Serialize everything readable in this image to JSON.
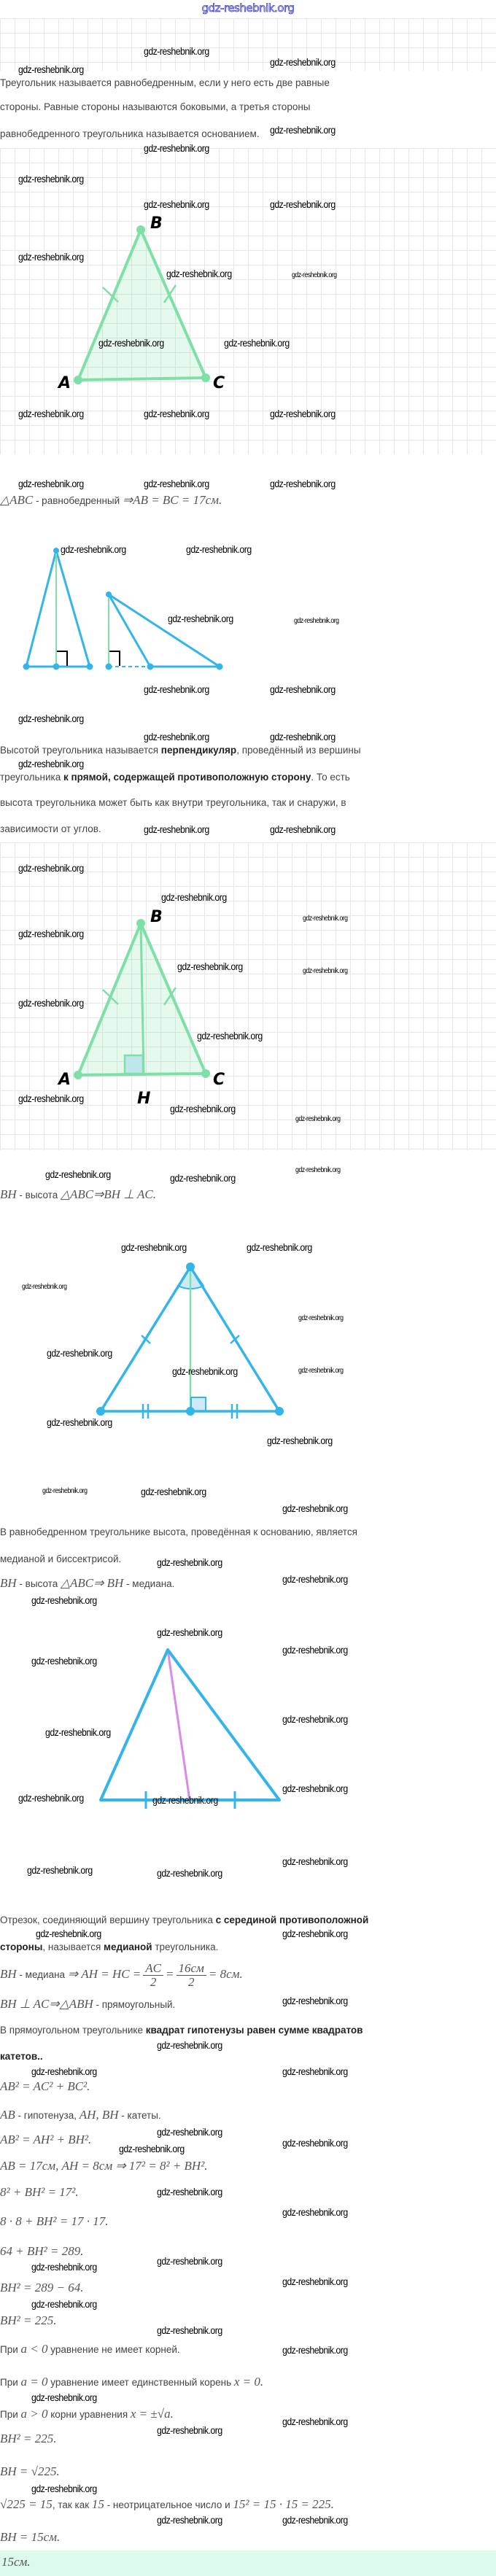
{
  "site_logo": "gdz-reshebnik.org",
  "watermark": "gdz-reshebnik.org",
  "section1": {
    "line1": "Треугольник называется равнобедренным, если у него есть две равные",
    "line2": "стороны. Равные стороны называются боковыми, а третья стороны",
    "line3": "равнобедренного треугольника называется основанием."
  },
  "fig1": {
    "A": "A",
    "B": "B",
    "C": "C"
  },
  "eq1": {
    "math1": "△ABC",
    "text": " - равнобедренный ",
    "math2": "⇒AB = BC = 17см."
  },
  "section2": {
    "l1a": "Высотой треугольника называется ",
    "l1b": "перпендикуляр",
    "l1c": ", проведённый из вершины",
    "l2a": "треугольника ",
    "l2b": "к прямой, содержащей противоположную сторону",
    "l2c": ". То есть",
    "l3": "высота треугольника может быть как внутри треугольника, так и снаружи, в",
    "l4": "зависимости от углов."
  },
  "fig3": {
    "A": "A",
    "B": "B",
    "C": "C",
    "H": "H"
  },
  "eq2": {
    "m1": "BH",
    "t1": " - высота ",
    "m2": "△ABC⇒BH ⊥ AC."
  },
  "section3": {
    "l1": "В равнобедренном треугольнике высота, проведённая к основанию, является",
    "l2": "медианой и биссектрисой.",
    "m1": "BH",
    "t1": " - высота ",
    "m2": "△ABC⇒ BH",
    "t2": " - медиана."
  },
  "section4": {
    "l1a": "Отрезок, соединяющий вершину треугольника ",
    "l1b": "с серединой противоположной",
    "l2a": "стороны",
    "l2b": ", называется ",
    "l2c": "медианой",
    "l2d": " треугольника.",
    "f_m1": "BH",
    "f_t1": " - медиана ",
    "f_m2": "⇒ AH = HC =",
    "f_num1": "AC",
    "f_den1": "2",
    "f_eq": "=",
    "f_num2": "16см",
    "f_den2": "2",
    "f_res": "= 8см.",
    "p_m1": "BH ⊥ AC⇒△ABH",
    "p_t1": " - прямоугольный.",
    "l3a": "В прямоугольном треугольнике ",
    "l3b": "квадрат гипотенузы равен сумме квадратов",
    "l4": "катетов.."
  },
  "solution": {
    "s1": "AB² = AC² + BC².",
    "s2_m1": "AB",
    "s2_t1": " - гипотенуза, ",
    "s2_m2": "AH,  BH",
    "s2_t2": " - катеты.",
    "s3": "AB² = AH² + BH².",
    "s4": "AB = 17см,  AH = 8см  ⇒ 17² = 8² + BH².",
    "s5": "8² + BH² = 17².",
    "s6": "8 · 8 + BH² = 17 · 17.",
    "s7": "64 + BH² = 289.",
    "s8": "BH² = 289 − 64.",
    "s9": "BH² = 225.",
    "r1_t": "При ",
    "r1_m": "a  <  0",
    "r1_t2": " уравнение не имеет корней.",
    "r2_t": "При ",
    "r2_m": "a = 0",
    "r2_t2": " уравнение имеет единственный корень ",
    "r2_m2": "x = 0.",
    "r3_t": "При ",
    "r3_m": "a  >  0",
    "r3_t2": " корни уравнения ",
    "r3_m2": "x = ±√a.",
    "s10": "BH² = 225.",
    "s11": "BH = √225.",
    "s12_m1": "√225 = 15",
    "s12_t1": ", так как ",
    "s12_m2": "15",
    "s12_t2": " - неотрицательное число и ",
    "s12_m3": "15² = 15 · 15 = 225.",
    "s13": "BH = 15см."
  },
  "answer": "15см.",
  "colors": {
    "green": "#7ee0a6",
    "blue": "#33b5ea",
    "violet": "#d98be8",
    "answer_bg": "#dcfbec"
  }
}
